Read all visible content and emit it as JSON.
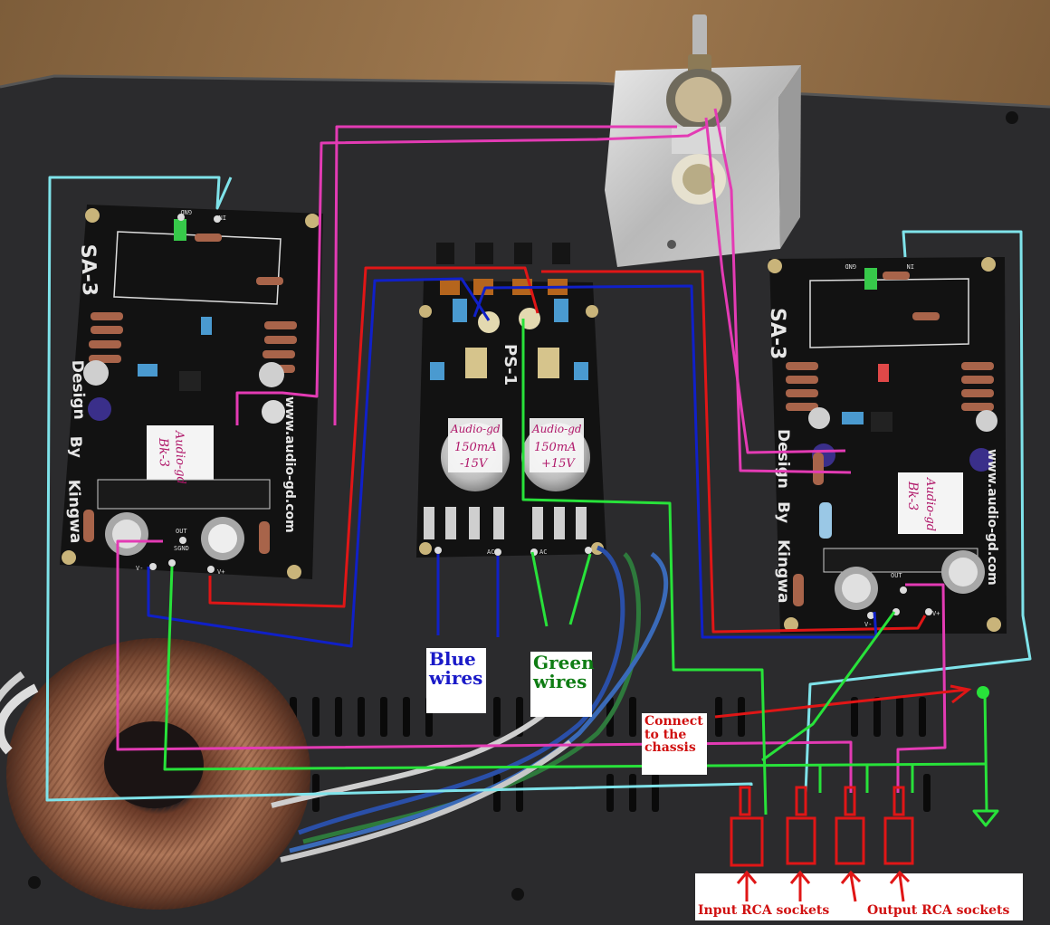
{
  "scene": {
    "subject": "audio preamplifier chassis wiring photo",
    "colors": {
      "wood": "#8a6a44",
      "chassis": "#2b2b2d",
      "pcb": "#121212",
      "wire_cyan": "#7fe3ea",
      "wire_magenta": "#e33bb4",
      "wire_red": "#e01616",
      "wire_blue": "#1020c8",
      "wire_green": "#28e23a",
      "label_blue": "#1a1ac8",
      "label_green": "#0f7d14",
      "label_red": "#d01010"
    }
  },
  "boards": {
    "left": {
      "model": "SA-3",
      "credit_line1": "Design",
      "credit_line2": "By",
      "credit_line3": "Kingwa",
      "url": "www.audio-gd.com",
      "sticker_line1": "Audio-gd",
      "sticker_line2": "Bk-3",
      "silk_in": "IN",
      "silk_gnd": "GND",
      "silk_out": "OUT",
      "silk_sgnd": "SGND",
      "silk_vneg": "V-",
      "silk_vpos": "V+"
    },
    "right": {
      "model": "SA-3",
      "credit_line1": "Design",
      "credit_line2": "By",
      "credit_line3": "Kingwa",
      "url": "www.audio-gd.com",
      "sticker_line1": "Audio-gd",
      "sticker_line2": "Bk-3",
      "silk_in": "IN",
      "silk_gnd": "GND",
      "silk_out": "OUT",
      "silk_vneg": "V-",
      "silk_vpos": "V+"
    },
    "psu": {
      "model": "PS-1",
      "cap_left_line1": "Audio-gd",
      "cap_left_line2": "150mA",
      "cap_left_line3": "-15V",
      "cap_right_line1": "Audio-gd",
      "cap_right_line2": "150mA",
      "cap_right_line3": "+15V",
      "silk_ac1": "AC",
      "silk_ac2": "AC"
    }
  },
  "labels": {
    "blue_wires": "Blue\nwires",
    "green_wires": "Green\nwires",
    "connect_chassis": "Connect\nto the\nchassis",
    "input_rca": "Input RCA sockets",
    "output_rca": "Output RCA sockets"
  }
}
